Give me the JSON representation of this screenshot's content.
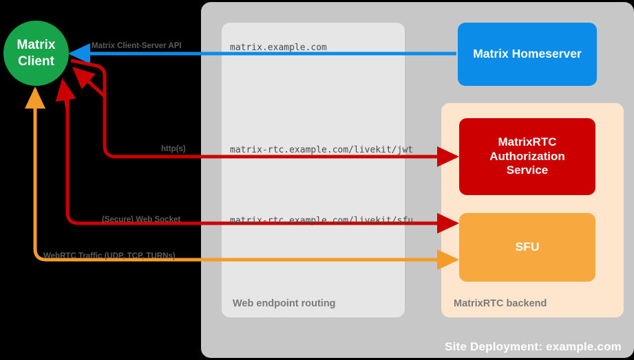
{
  "diagram": {
    "site": {
      "label": "Site Deployment: example.com",
      "color": "#c7c7c7"
    },
    "routing": {
      "label": "Web endpoint routing",
      "color": "#e6e6e6"
    },
    "backend": {
      "label": "MatrixRTC backend",
      "color": "#fde6cd"
    },
    "nodes": {
      "client": {
        "line1": "Matrix",
        "line2": "Client",
        "color": "#16a34a"
      },
      "homeserver": {
        "label": "Matrix Homeserver",
        "color": "#0b8ce8"
      },
      "auth": {
        "line1": "MatrixRTC",
        "line2": "Authorization",
        "line3": "Service",
        "color": "#cc0000"
      },
      "sfu": {
        "label": "SFU",
        "color": "#f7a93f"
      }
    },
    "edges": {
      "cs_api": {
        "protocol": "Matrix Client-Server API",
        "endpoint": "matrix.example.com",
        "color": "#0b8ce8"
      },
      "jwt": {
        "protocol": "http(s)",
        "endpoint": "matrix-rtc.example.com/livekit/jwt",
        "color": "#cc0000"
      },
      "websocket": {
        "protocol": "(Secure) Web Socket",
        "endpoint": "matrix-rtc.example.com/livekit/sfu",
        "color": "#cc0000"
      },
      "webrtc": {
        "protocol": "WebRTC Traffic (UDP, TCP, TURNs)",
        "endpoint": "",
        "color": "#f59b2a"
      }
    }
  }
}
